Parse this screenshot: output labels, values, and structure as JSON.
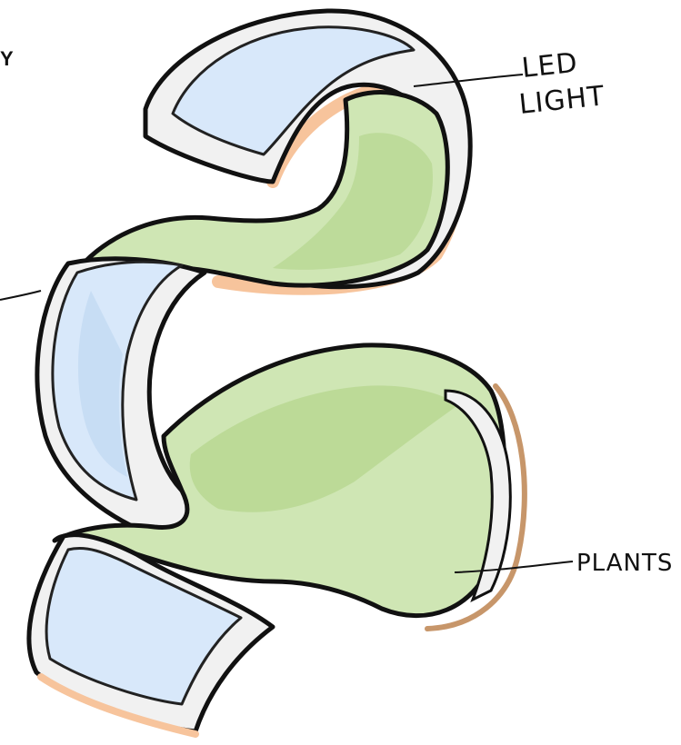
{
  "labels": {
    "cut_top": "Y",
    "led_line1": "LED",
    "led_line2": "LIGHT",
    "plants": "PLANTS"
  },
  "colors": {
    "outline": "#111111",
    "panel_white": "#f1f1f1",
    "panel_gray": "#dadada",
    "led_blue": "#d8e8fa",
    "led_blue_dark": "#c3daf3",
    "plant_green": "#cfe6b4",
    "plant_green_dark": "#b5d68e",
    "edge_peach": "#f7c49c",
    "edge_brown": "#c7966a"
  }
}
